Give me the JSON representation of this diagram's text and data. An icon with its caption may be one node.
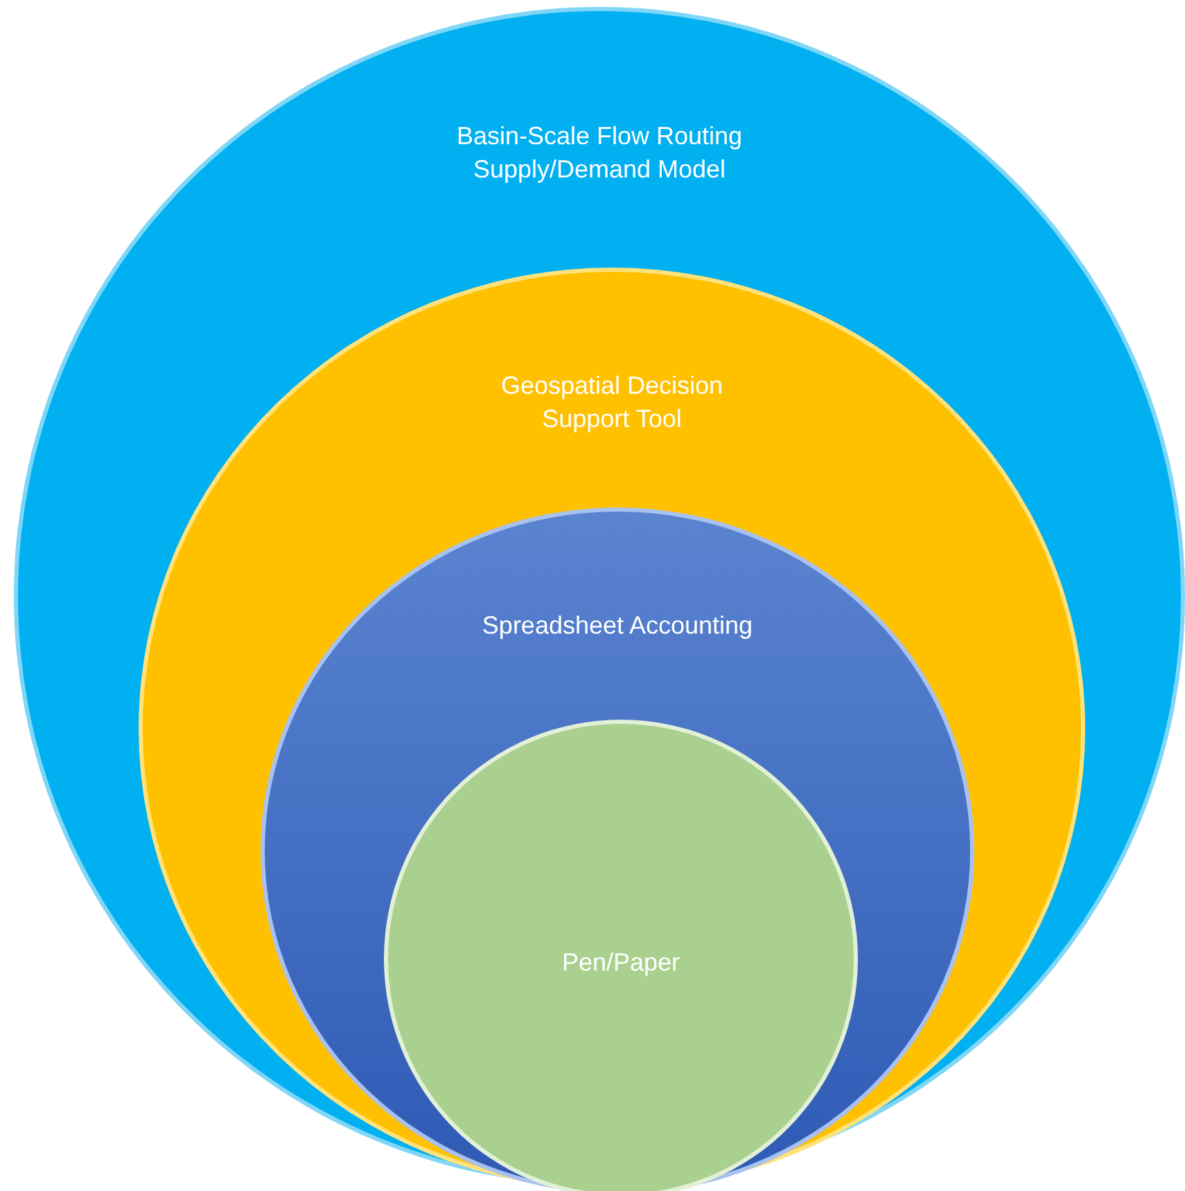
{
  "diagram": {
    "nodes": [
      {
        "text": [
          "Basin-Scale Flow Routing Supply/Demand Model"
        ]
      },
      {
        "text": [
          "Geospatial Decision Support Tool"
        ],
        "in": 0
      },
      {
        "text": [
          "Spreadsheet Accounting"
        ],
        "in": 1
      },
      {
        "text": [
          "Pen/Paper"
        ],
        "in": 2
      }
    ]
  }
}
